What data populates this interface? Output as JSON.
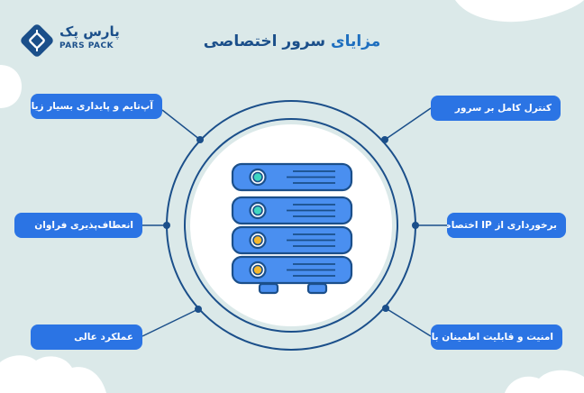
{
  "brand": {
    "name_fa": "پارس پک",
    "name_en": "PARS PACK"
  },
  "title": {
    "highlight": "مزایای",
    "rest": "سرور اختصاصی"
  },
  "features": {
    "left": [
      "آپ‌تایم و پایداری بسیار زیاد",
      "انعطاف‌پذیری فراوان",
      "عملکرد عالی"
    ],
    "right": [
      "کنترل کامل بر سرور",
      "برخورداری از IP اختصاصی",
      "امنیت و قابلیت اطمینان بالا"
    ]
  },
  "colors": {
    "background": "#dbe9e9",
    "pill": "#2b74e4",
    "outline": "#1b4f8a",
    "server_body": "#4a8ff0",
    "led_teal": "#3fd6c1",
    "led_yellow": "#f6b82d"
  }
}
